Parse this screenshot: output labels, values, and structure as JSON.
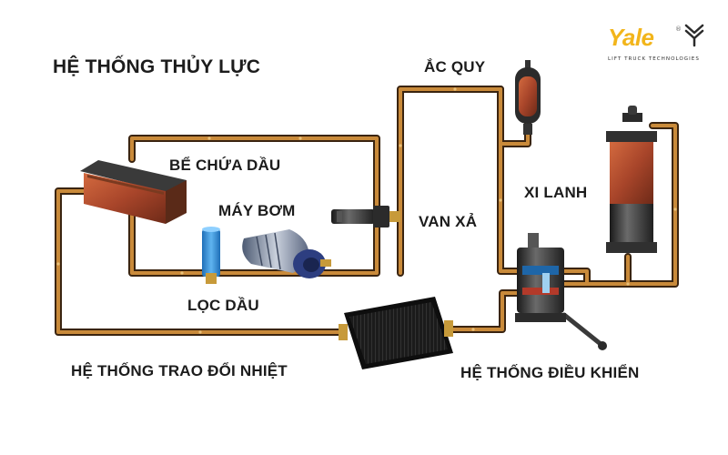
{
  "title": "HỆ THỐNG THỦY LỰC",
  "labels": {
    "accumulator": "ẮC QUY",
    "oil_tank": "BỂ CHỨA DẦU",
    "pump": "MÁY BƠM",
    "cylinder": "XI LANH",
    "relief_valve": "VAN XẢ",
    "oil_filter": "LỌC DẦU",
    "heat_exchanger": "HỆ THỐNG TRAO ĐỔI NHIỆT",
    "control_system": "HỆ THỐNG ĐIỀU KHIỂN"
  },
  "logo": {
    "word": "Yale",
    "registered": "®",
    "tagline": "LIFT TRUCK TECHNOLOGIES"
  },
  "colors": {
    "pipe_outer": "#3a2410",
    "pipe_inner": "#c98a3a",
    "brand_yellow": "#f2b51b",
    "metal_dark": "#2b2b2b",
    "rust": "#a8452a",
    "filter_blue": "#2e8bd6",
    "pump_blue": "#2d3e80"
  }
}
